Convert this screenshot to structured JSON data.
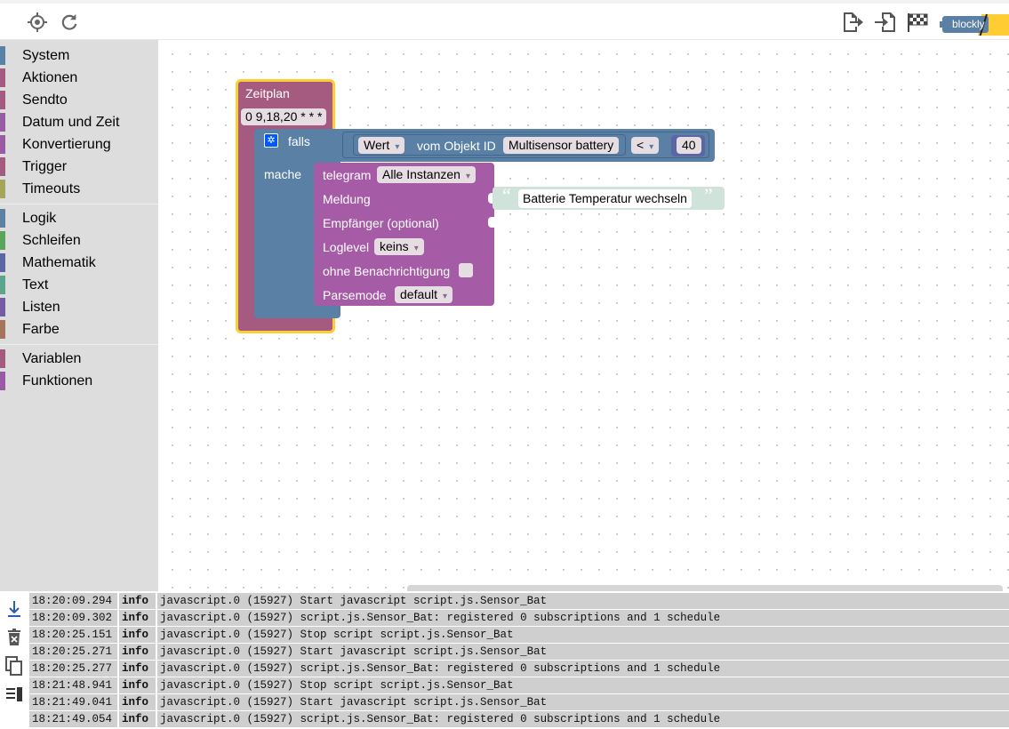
{
  "toolbar": {
    "left_icons": [
      "locate-icon",
      "refresh-icon"
    ],
    "right_icons": [
      "export-icon",
      "import-icon",
      "checkered-flag-icon"
    ],
    "badge_label": "blockly"
  },
  "toolbox": {
    "groups": [
      [
        {
          "label": "System",
          "color": "#5b80a5"
        },
        {
          "label": "Aktionen",
          "color": "#a55b80"
        },
        {
          "label": "Sendto",
          "color": "#a55b80"
        },
        {
          "label": "Datum und Zeit",
          "color": "#9a5ba5"
        },
        {
          "label": "Konvertierung",
          "color": "#9a5ba5"
        },
        {
          "label": "Trigger",
          "color": "#a55b80"
        },
        {
          "label": "Timeouts",
          "color": "#a5a55b"
        }
      ],
      [
        {
          "label": "Logik",
          "color": "#5b80a5"
        },
        {
          "label": "Schleifen",
          "color": "#5ba55b"
        },
        {
          "label": "Mathematik",
          "color": "#5b67a5"
        },
        {
          "label": "Text",
          "color": "#5ba58c"
        },
        {
          "label": "Listen",
          "color": "#745ba5"
        },
        {
          "label": "Farbe",
          "color": "#a5745b"
        }
      ],
      [
        {
          "label": "Variablen",
          "color": "#a55b80"
        },
        {
          "label": "Funktionen",
          "color": "#995ba5"
        }
      ]
    ]
  },
  "blocks": {
    "schedule": {
      "title": "Zeitplan",
      "cron": "0 9,18,20 * * *"
    },
    "if_block": {
      "if_label": "falls",
      "do_label": "mache"
    },
    "condition": {
      "attr": "Wert",
      "of_object": "vom Objekt ID",
      "object_id": "Multisensor battery",
      "operator": "<",
      "value": "40"
    },
    "telegram": {
      "title": "telegram",
      "instance": "Alle Instanzen",
      "message_label": "Meldung",
      "message_text": "Batterie Temperatur wechseln",
      "recipient_label": "Empfänger (optional)",
      "loglevel_label": "Loglevel",
      "loglevel_value": "keins",
      "silent_label": "ohne Benachrichtigung",
      "parsemode_label": "Parsemode",
      "parsemode_value": "default"
    },
    "colors": {
      "schedule": "#a55b80",
      "logic": "#5b80a5",
      "telegram": "#a55ba5",
      "text": "#5ba58c",
      "selected": "#fc3"
    }
  },
  "log": {
    "tool_icons": [
      "scroll-down-icon",
      "delete-log-icon",
      "copy-icon",
      "list-view-icon"
    ],
    "rows": [
      {
        "time": "18:20:09.294",
        "level": "info",
        "message": "javascript.0 (15927) Start javascript script.js.Sensor_Bat"
      },
      {
        "time": "18:20:09.302",
        "level": "info",
        "message": "javascript.0 (15927) script.js.Sensor_Bat: registered 0 subscriptions and 1 schedule"
      },
      {
        "time": "18:20:25.151",
        "level": "info",
        "message": "javascript.0 (15927) Stop script script.js.Sensor_Bat"
      },
      {
        "time": "18:20:25.271",
        "level": "info",
        "message": "javascript.0 (15927) Start javascript script.js.Sensor_Bat"
      },
      {
        "time": "18:20:25.277",
        "level": "info",
        "message": "javascript.0 (15927) script.js.Sensor_Bat: registered 0 subscriptions and 1 schedule"
      },
      {
        "time": "18:21:48.941",
        "level": "info",
        "message": "javascript.0 (15927) Stop script script.js.Sensor_Bat"
      },
      {
        "time": "18:21:49.041",
        "level": "info",
        "message": "javascript.0 (15927) Start javascript script.js.Sensor_Bat"
      },
      {
        "time": "18:21:49.054",
        "level": "info",
        "message": "javascript.0 (15927) script.js.Sensor_Bat: registered 0 subscriptions and 1 schedule"
      }
    ]
  }
}
